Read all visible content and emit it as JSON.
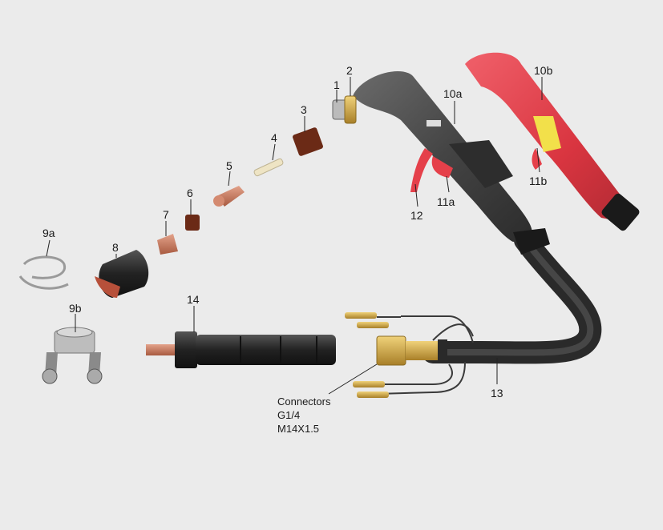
{
  "colors": {
    "background": "#ebebeb",
    "torch_body": "#4a4a4a",
    "torch_red": "#e5404a",
    "copper": "#c47a5c",
    "brass": "#c8a24a"
  },
  "labels": {
    "p1": "1",
    "p2": "2",
    "p3": "3",
    "p4": "4",
    "p5": "5",
    "p6": "6",
    "p7": "7",
    "p8": "8",
    "p9a": "9a",
    "p9b": "9b",
    "p10a": "10a",
    "p10b": "10b",
    "p11a": "11a",
    "p11b": "11b",
    "p12": "12",
    "p13": "13",
    "p14": "14"
  },
  "connectors": {
    "title": "Connectors",
    "line1": "G1/4",
    "line2": "M14X1.5"
  }
}
